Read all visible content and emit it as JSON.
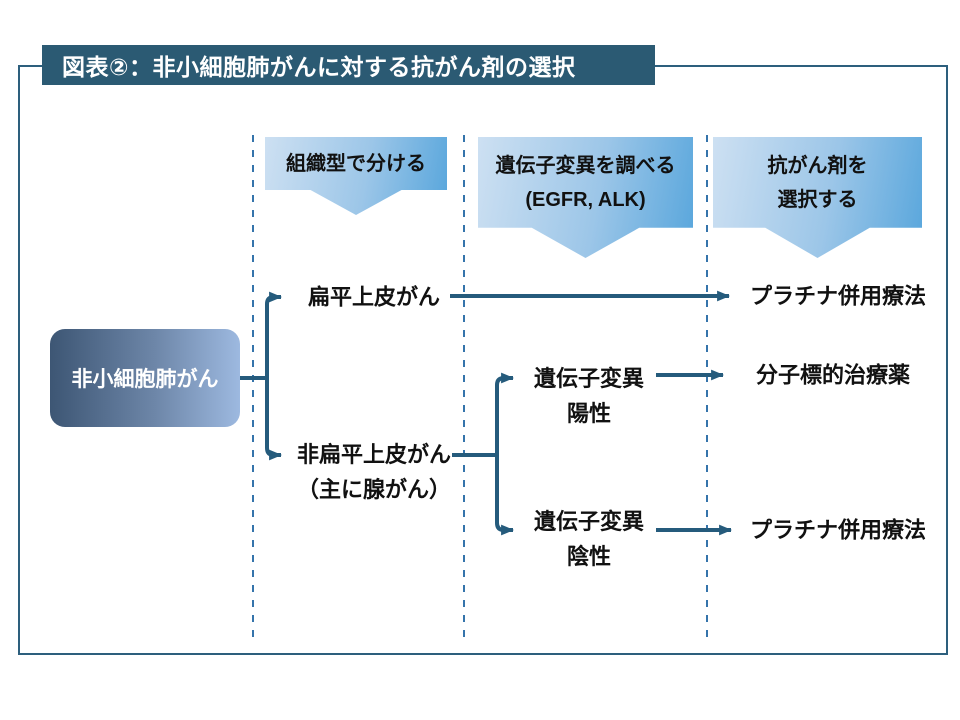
{
  "title": "図表②：非小細胞肺がんに対する抗がん剤の選択",
  "column_headers": [
    {
      "lines": [
        "組織型で分ける"
      ]
    },
    {
      "lines": [
        "遺伝子変異を調べる",
        "(EGFR, ALK)"
      ]
    },
    {
      "lines": [
        "抗がん剤を",
        "選択する"
      ]
    }
  ],
  "nodes": {
    "root": "非小細胞肺がん",
    "squamous": "扁平上皮がん",
    "non_squamous": "非扁平上皮がん",
    "non_squamous_note": "（主に腺がん）",
    "mutation_positive": {
      "line1": "遺伝子変異",
      "line2": "陽性"
    },
    "mutation_negative": {
      "line1": "遺伝子変異",
      "line2": "陰性"
    }
  },
  "outcomes": {
    "squamous": "プラチナ併用療法",
    "mutation_positive": "分子標的治療薬",
    "mutation_negative": "プラチナ併用療法"
  },
  "colors": {
    "title_bar_background": "#2b5a73",
    "border": "#2d5f7d",
    "connector": "#255b7c",
    "column_divider": "#3574ab",
    "header_gradient_start": "#cde0f2",
    "header_gradient_end": "#58a6dc",
    "root_gradient_start": "#3d5674",
    "root_gradient_end": "#9db9e0",
    "text": "#111111"
  }
}
